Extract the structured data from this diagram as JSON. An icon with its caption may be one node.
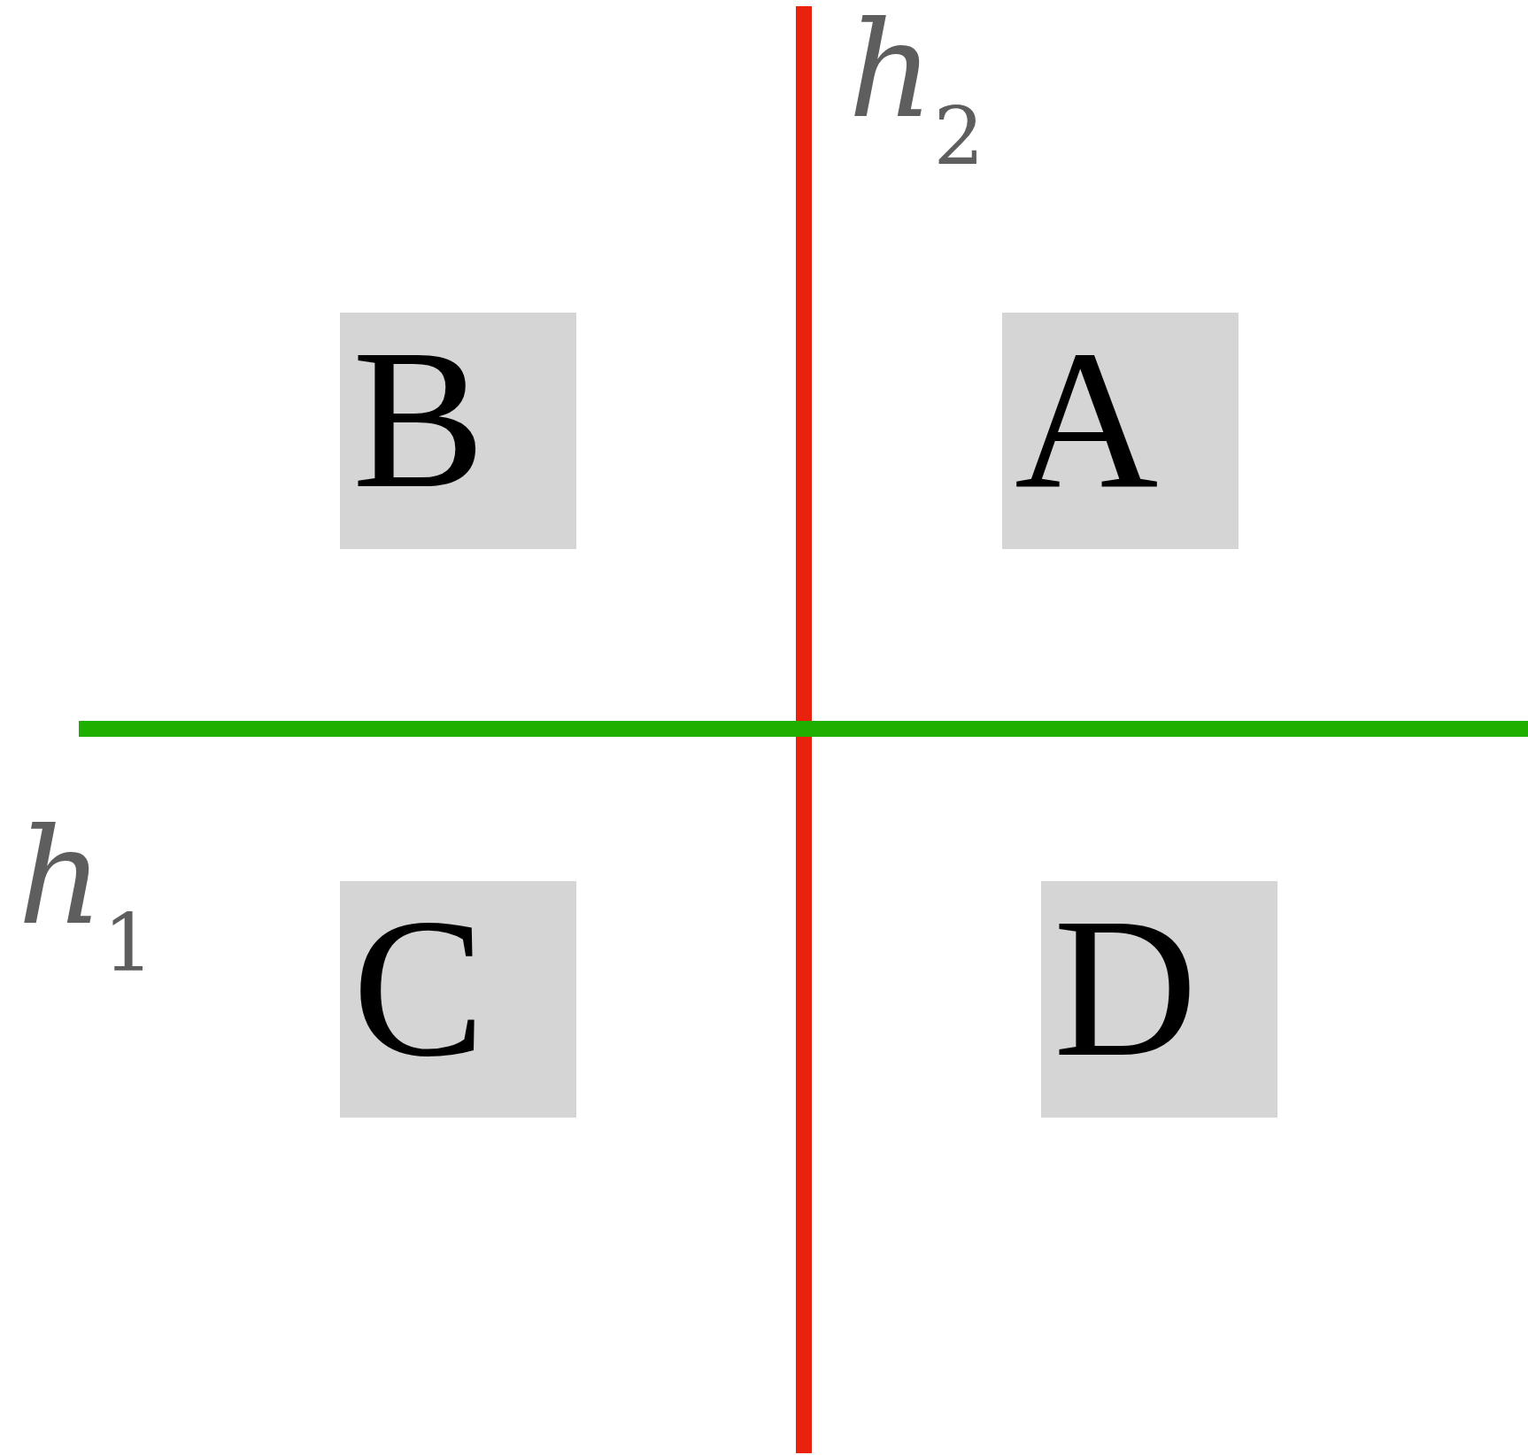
{
  "diagram": {
    "nodes": [
      {
        "text": [],
        "shape": "bar"
      },
      {
        "text": [
          "B"
        ]
      },
      {
        "text": [
          "A"
        ]
      },
      {
        "text": [
          "C"
        ]
      },
      {
        "text": [
          "D"
        ]
      },
      {
        "text": [],
        "shape": "bar"
      }
    ],
    "labels": [
      "*h*$_{2}$",
      "*h*$_{1}$"
    ]
  }
}
